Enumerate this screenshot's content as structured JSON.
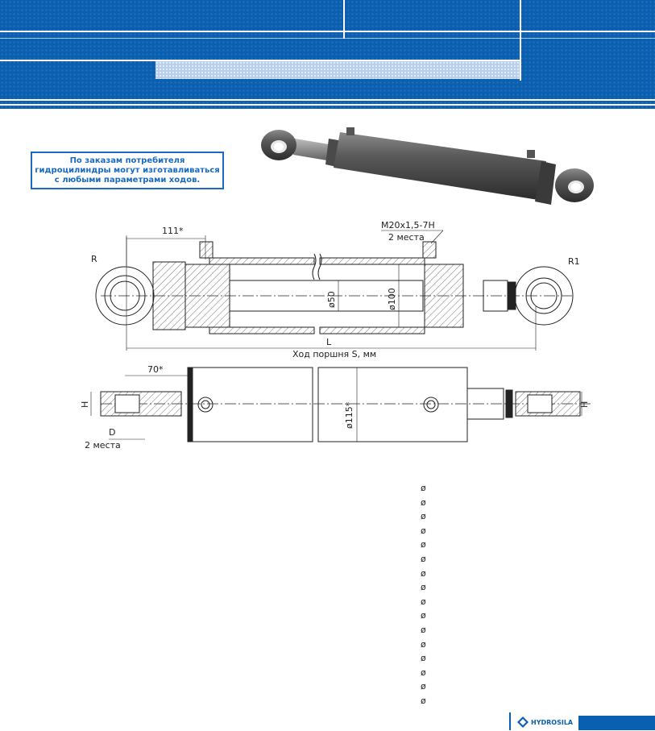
{
  "notice": {
    "line1": "По заказам потребителя",
    "line2": "гидроцилиндры могут изготавливаться",
    "line3": "с любыми параметрами ходов."
  },
  "drawing": {
    "dim_111": "111*",
    "thread": "M20x1,5-7H",
    "places_top": "2 места",
    "r_left": "R",
    "r_right": "R1",
    "dia_50": "ø50",
    "dia_100": "ø100",
    "dim_L": "L",
    "stroke": "Ход поршня S, мм",
    "dim_70": "70*",
    "dia_115": "ø115*",
    "h_left": "H",
    "h_right": "H",
    "d_label": "D",
    "places_bottom": "2 места"
  },
  "diameter_list": [
    "ø",
    "ø",
    "ø",
    "ø",
    "ø",
    "ø",
    "ø",
    "ø",
    "ø",
    "ø",
    "ø",
    "ø",
    "ø",
    "ø",
    "ø",
    "ø"
  ],
  "footer": {
    "logo": "HYDROSILA"
  },
  "colors": {
    "brand_blue": "#0a5fb0",
    "accent_blue": "#1b6ac0"
  }
}
